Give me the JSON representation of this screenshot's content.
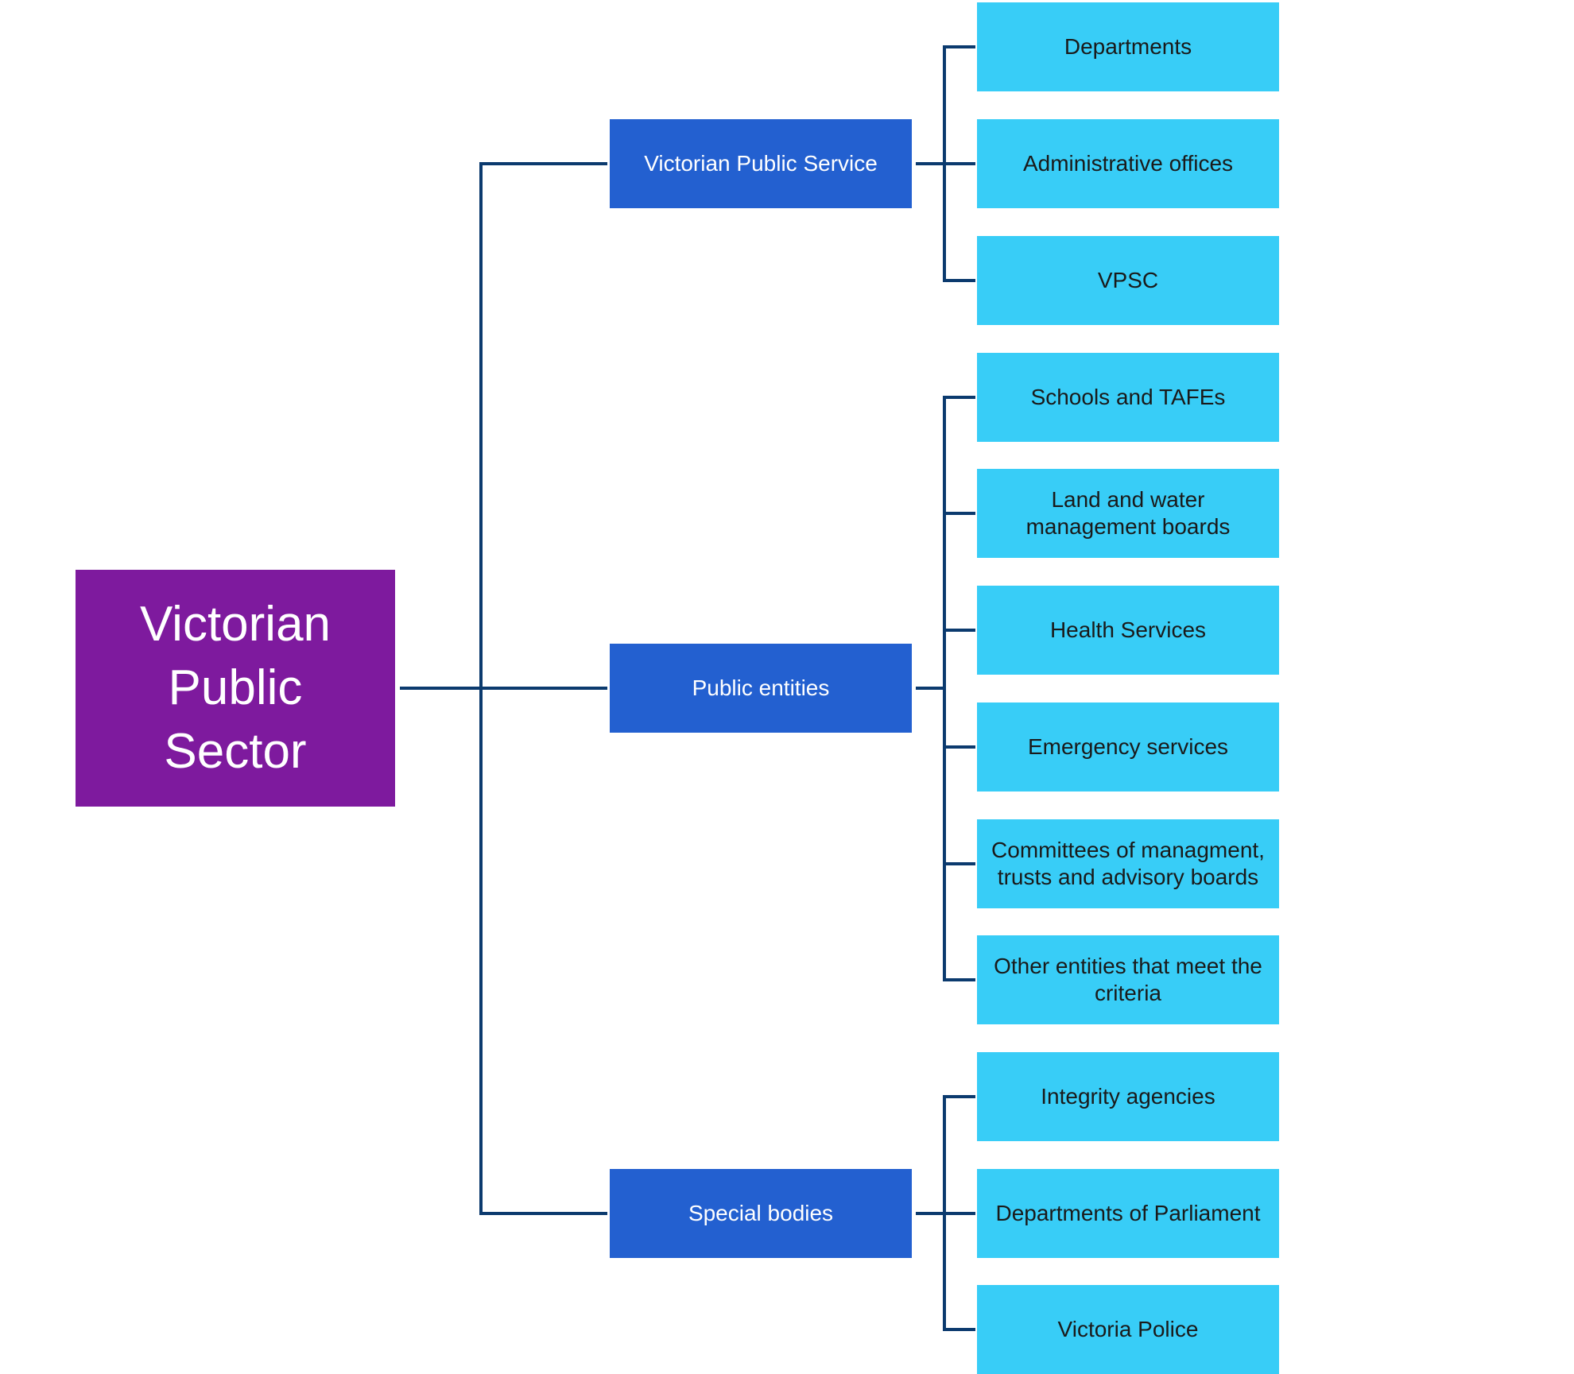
{
  "colors": {
    "root": "#7e1a9e",
    "branch": "#2360d0",
    "leaf": "#38cdf7",
    "connector": "#0b3a6e"
  },
  "root": {
    "label": "Victorian\nPublic\nSector"
  },
  "branches": [
    {
      "label": "Victorian Public Service",
      "children": [
        "Departments",
        "Administrative offices",
        "VPSC"
      ]
    },
    {
      "label": "Public entities",
      "children": [
        "Schools and TAFEs",
        "Land and water\nmanagement boards",
        "Health Services",
        "Emergency services",
        "Committees of managment,\ntrusts and advisory boards",
        "Other entities that meet the\ncriteria"
      ]
    },
    {
      "label": "Special bodies",
      "children": [
        "Integrity agencies",
        "Departments of Parliament",
        "Victoria Police"
      ]
    }
  ]
}
